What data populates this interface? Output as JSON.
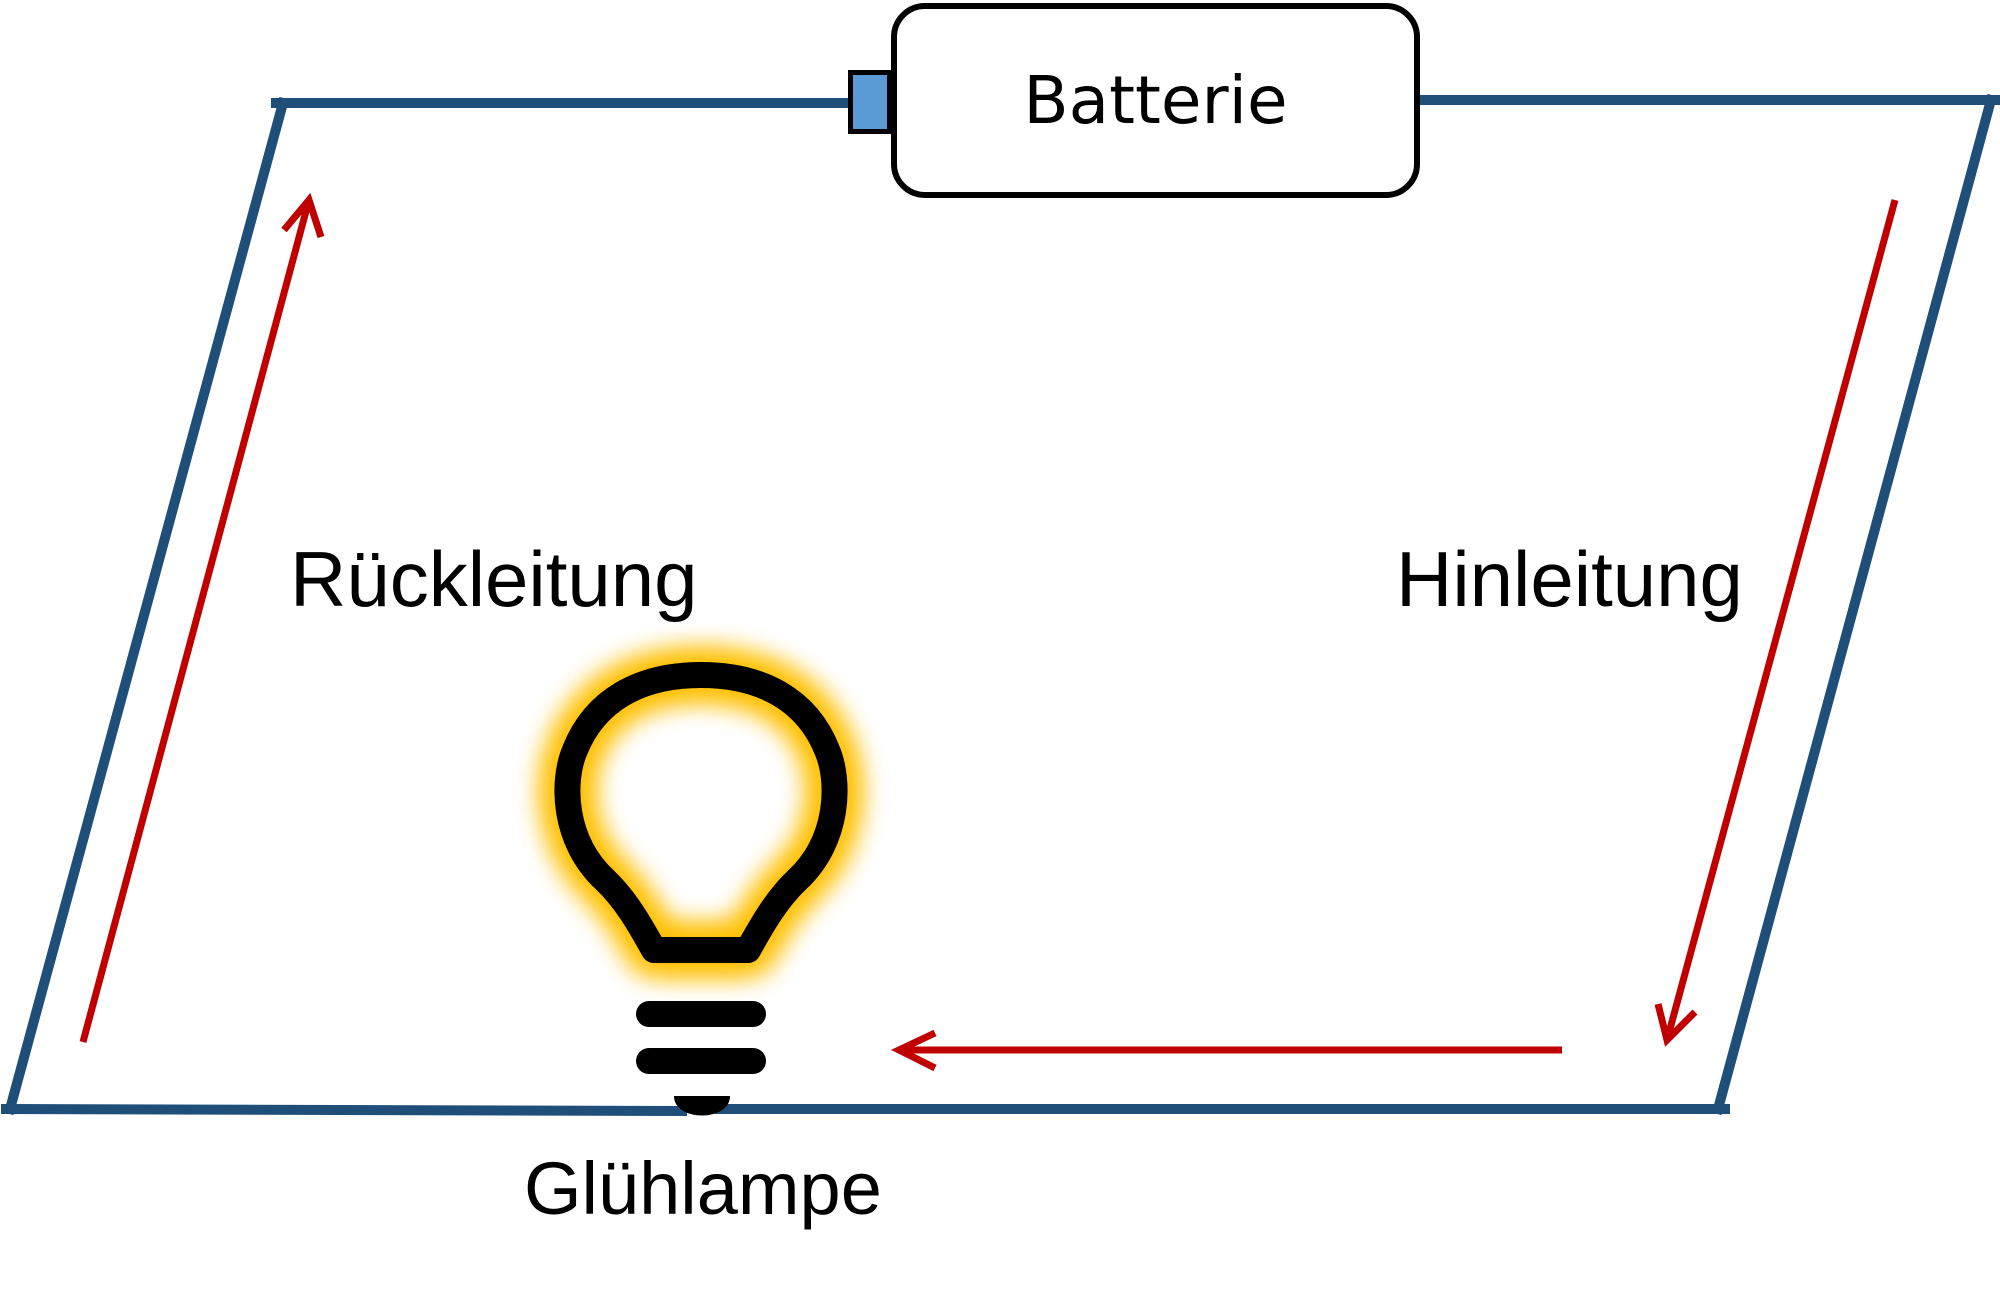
{
  "diagram": {
    "battery": {
      "label": "Batterie",
      "terminal_color": "#5b9bd5"
    },
    "labels": {
      "return_line": "Rückleitung",
      "forward_line": "Hinleitung",
      "bulb": "Glühlampe"
    },
    "colors": {
      "wire": "#1f4e79",
      "current_arrow": "#c00000",
      "bulb_outline": "#000000",
      "bulb_glow": "#ffc000"
    },
    "icons": {
      "bulb": "lightbulb-icon",
      "battery": "battery-icon"
    }
  }
}
